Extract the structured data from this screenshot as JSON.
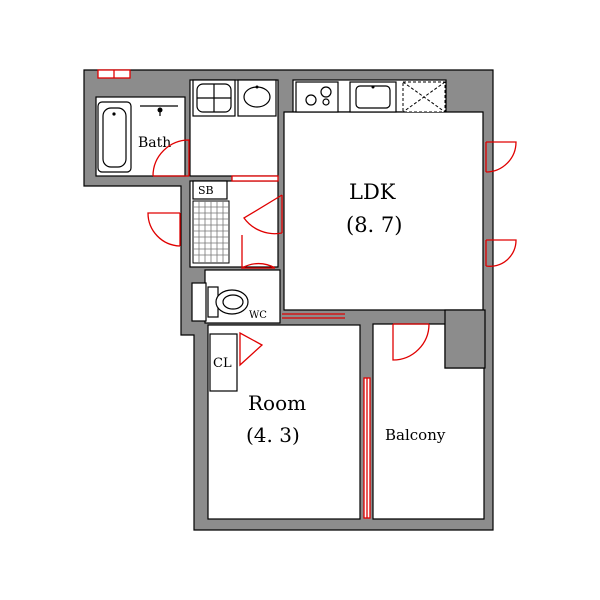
{
  "rooms": {
    "ldk": {
      "name": "LDK",
      "size": "(8. 7)"
    },
    "room": {
      "name": "Room",
      "size": "(4. 3)"
    },
    "bath": {
      "name": "Bath"
    },
    "wc": {
      "name": "WC"
    },
    "sb": {
      "name": "SB"
    },
    "closet": {
      "name": "CL"
    },
    "balcony": {
      "name": "Balcony"
    }
  },
  "colors": {
    "wall": "#8c8c8c",
    "outline": "#000000",
    "door": "#e00000",
    "floor": "#ffffff"
  },
  "icons": [
    "bathtub-icon",
    "washbasin-icon",
    "washing-machine-icon",
    "stove-icon",
    "kitchen-sink-icon",
    "refrigerator-icon",
    "toilet-icon",
    "door-swing-icon"
  ]
}
